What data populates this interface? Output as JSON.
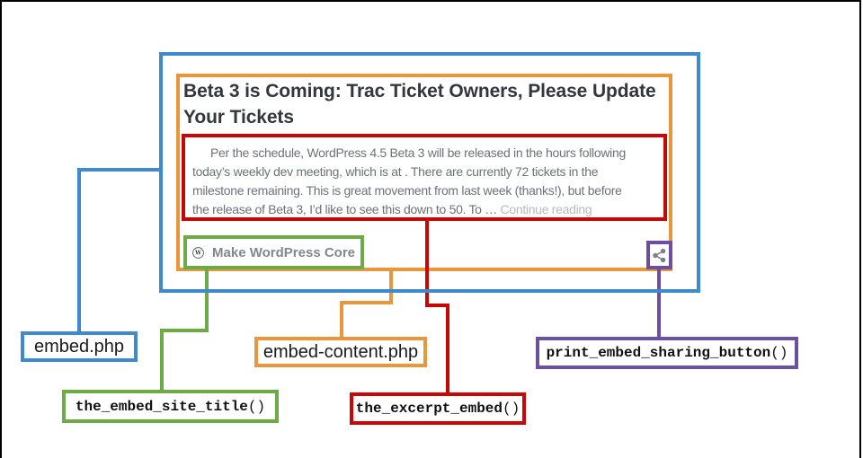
{
  "diagram": {
    "embed_card": {
      "title": "Beta 3 is Coming: Trac Ticket Owners, Please Update Your Tickets",
      "excerpt_lines": [
        "Per the schedule, WordPress 4.5 Beta 3 will be released in the hours following",
        "today’s weekly dev meeting, which is at . There are currently 72 tickets in the",
        "milestone remaining. This is great movement from last week (thanks!), but before",
        "the release of Beta 3, I’d like to see this down to 50. To …"
      ],
      "continue_reading": "Continue reading",
      "site_name": "Make WordPress Core",
      "icons": {
        "site_logo": "wordpress-logo",
        "share": "share-icon"
      }
    },
    "labels": {
      "embed_php": {
        "text": "embed.php"
      },
      "embed_content_php": {
        "text": "embed-content.php"
      },
      "embed_site_title": {
        "name": "the_embed_site_title",
        "parens": "()"
      },
      "excerpt_embed": {
        "name": "the_excerpt_embed",
        "parens": "()"
      },
      "sharing_button": {
        "name": "print_embed_sharing_button",
        "parens": "()"
      }
    },
    "colors": {
      "embed_php_blue": "#3d8bce",
      "embed_content_orange": "#e9973d",
      "excerpt_red": "#c90606",
      "site_title_green": "#6dab47",
      "sharing_purple": "#6b4fa1",
      "title_text": "#32373c",
      "excerpt_text": "#6d7278",
      "continue_reading_text": "#b5babe",
      "footer_text": "#82878c",
      "frame_border": "#000000"
    }
  }
}
